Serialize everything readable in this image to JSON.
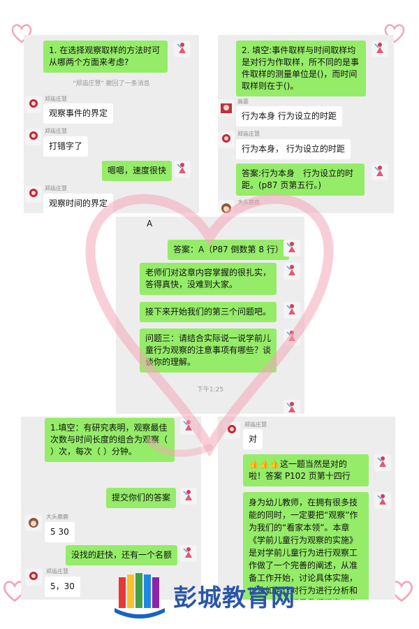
{
  "panel_tl": {
    "q1": "1. 在选择观察取样的方法时可从哪两个方面来考虑?",
    "recall_notice": "\"郑庙庄慧\" 撤回了一条消息",
    "sender1": "郑庙庄慧",
    "msg1": "观察事件的界定",
    "sender2": "郑庙庄慧",
    "msg2": "打错字了",
    "reply": "嗯嗯，速度很快",
    "sender3": "郑庙庄慧",
    "msg3": "观察时间的界定"
  },
  "panel_tr": {
    "q2": "2. 填空:事件取样与时间取样均是对行为作取样，所不同的是事件取样的测量单位是()，而时间取样则在于()。",
    "sender1": "高豪",
    "msg1": "行为本身 行为设立的时距",
    "sender2": "郑庙庄慧",
    "msg2": "行为本身， 行为设立的时距",
    "answer": "答案:行为本身　行为设立的时距。(p87 页第五行。)",
    "sender3": "大头鹿鹿"
  },
  "panel_mid": {
    "partial": "A",
    "answer": "答案：A（P87 倒数第 8 行）",
    "msg1": "老师们对这章内容掌握的很扎实，答得真快，没难到大家。",
    "msg2": "接下来开始我们的第三个问题吧。",
    "msg3": "问题三：请结合实际说一说学前儿童行为观察的注意事项有哪些？谈谈你的理解。",
    "time": "下午1:25"
  },
  "panel_bl": {
    "q": "1.填空：有研究表明，观察最佳次数与时间长度的组合为观察（ ）次，每次（ ）分钟。",
    "prompt": "提交你们的答案",
    "sender1": "大头鹿鹿",
    "msg1": "5  30",
    "msg2": "没找的赶快，还有一个名额",
    "sender2": "郑庙庄慧",
    "msg3": "5，30"
  },
  "panel_br": {
    "sender1": "郑庙庄慧",
    "msg1": "对",
    "answer": "👍👍👍这一题当然是对的啦！答案 P102 页第十四行",
    "long": "身为幼儿教师，在拥有很多技能的同时，一定要把“观察”作为我们的“看家本领”。本章《学前儿童行为观察的实施》是对学前儿童行为进行观察工作做了一个完善的阐述，从准备工作开始，讨论具体实施，以及如何让对行为进行分析和解释。这些都是我们观察工作中非常实用和必须掌握的。通过学习我"
  },
  "brand": {
    "name": "彭城教育网"
  },
  "colors": {
    "me_bubble": "#95ec69",
    "panel_bg": "#ededed",
    "heart": "#f2a7b8",
    "brand_blue": "#2a56a8"
  }
}
